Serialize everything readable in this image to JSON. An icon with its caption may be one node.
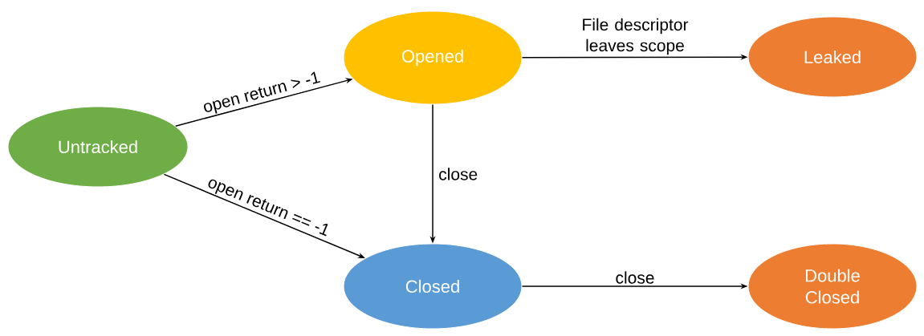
{
  "diagram": {
    "nodes": [
      {
        "text": [
          "Untracked"
        ]
      },
      {
        "text": [
          "Opened"
        ]
      },
      {
        "text": [
          "Leaked"
        ]
      },
      {
        "text": [
          "Closed"
        ]
      },
      {
        "text": [
          "Double Closed"
        ]
      }
    ],
    "edges": [
      {
        "from": 0,
        "to": 1,
        "arrow": "to",
        "label": "open return > -1"
      },
      {
        "from": 1,
        "to": 2,
        "arrow": "to",
        "label": "File descriptor leaves scope"
      },
      {
        "from": 1,
        "to": 3,
        "arrow": "to",
        "label": "close"
      },
      {
        "from": 0,
        "to": 3,
        "arrow": "to",
        "label": "open return == -1"
      },
      {
        "from": 3,
        "to": 4,
        "arrow": "to",
        "label": "close"
      }
    ]
  }
}
